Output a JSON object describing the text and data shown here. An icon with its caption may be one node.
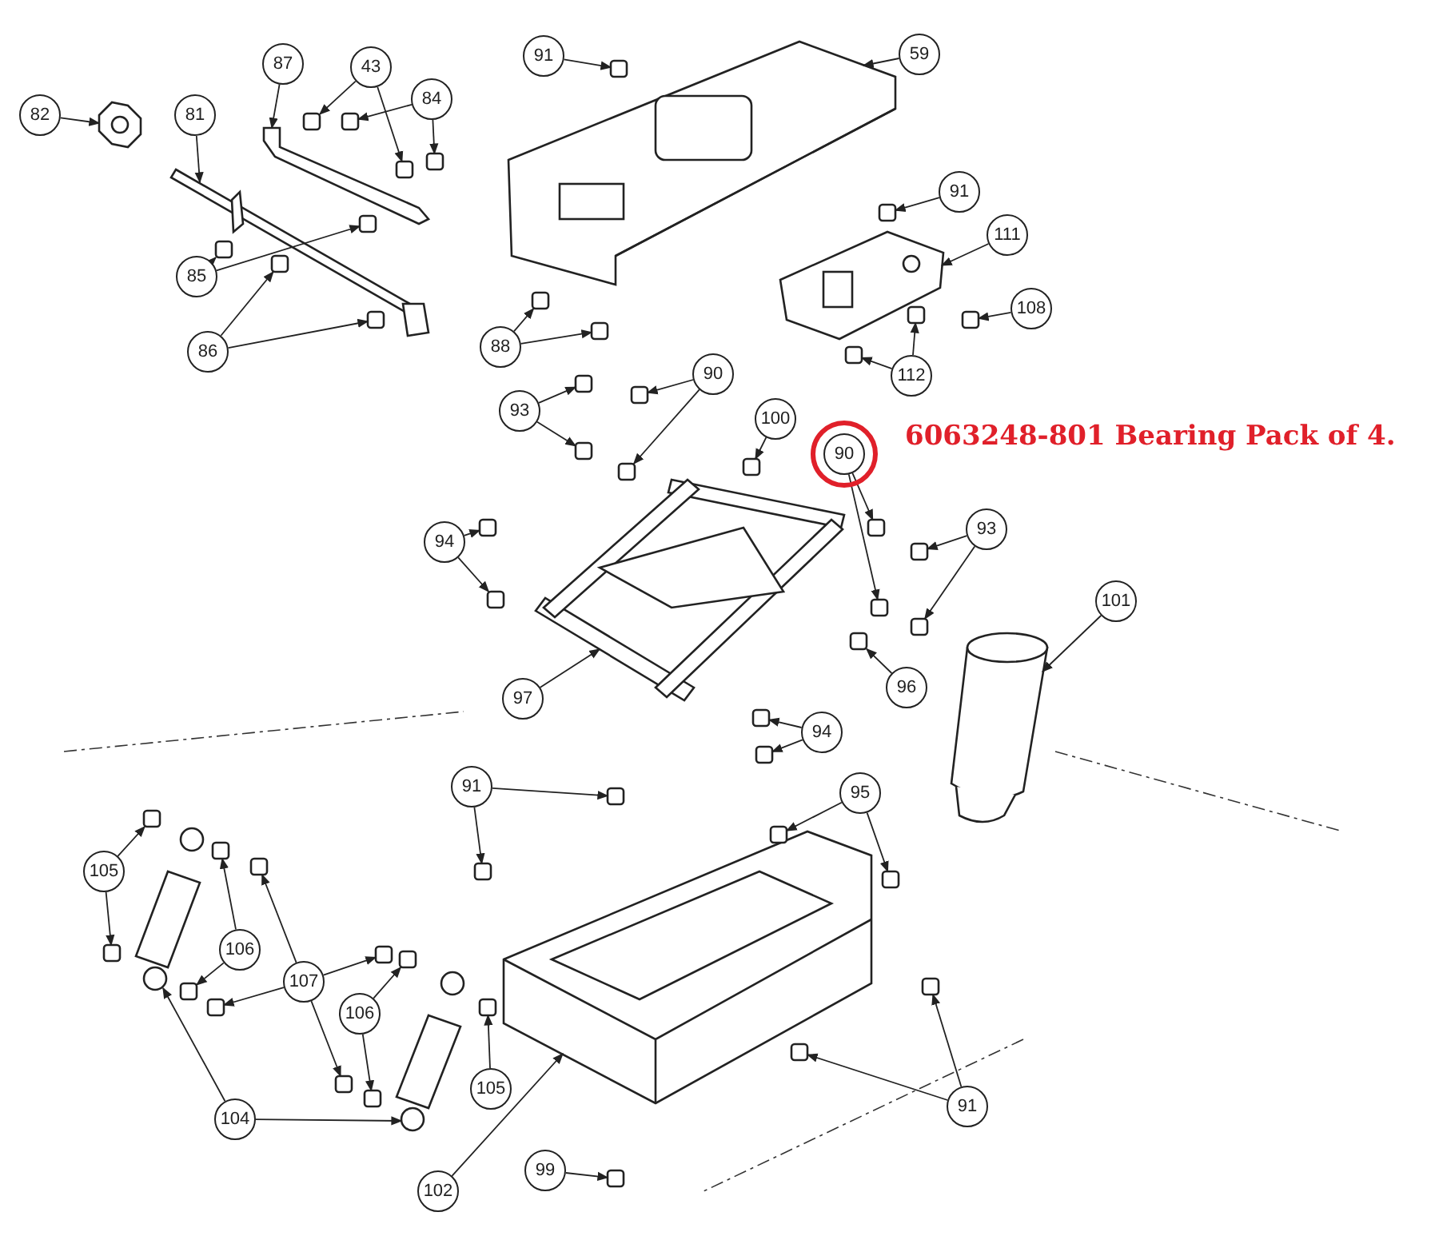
{
  "diagram": {
    "nodes": [
      {
        "text": [
          "82"
        ]
      },
      {
        "text": [
          "81"
        ]
      },
      {
        "text": [
          "87"
        ]
      },
      {
        "text": [
          "43"
        ]
      },
      {
        "text": [
          "84"
        ]
      },
      {
        "text": [
          "85"
        ]
      },
      {
        "text": [
          "86"
        ]
      },
      {
        "text": [
          "91"
        ]
      },
      {
        "text": [
          "59"
        ]
      },
      {
        "text": [
          "91"
        ]
      },
      {
        "text": [
          "111"
        ]
      },
      {
        "text": [
          "108"
        ]
      },
      {
        "text": [
          "88"
        ]
      },
      {
        "text": [
          "112"
        ]
      },
      {
        "text": [
          "93"
        ]
      },
      {
        "text": [
          "90"
        ]
      },
      {
        "text": [
          "100"
        ]
      },
      {
        "text": [
          "90"
        ]
      },
      {
        "text": [
          "93"
        ]
      },
      {
        "text": [
          "94"
        ]
      },
      {
        "text": [
          "96"
        ]
      },
      {
        "text": [
          "97"
        ]
      },
      {
        "text": [
          "94"
        ]
      },
      {
        "text": [
          "101"
        ]
      },
      {
        "text": [
          "91"
        ]
      },
      {
        "text": [
          "95"
        ]
      },
      {
        "text": [
          "105"
        ]
      },
      {
        "text": [
          "106"
        ]
      },
      {
        "text": [
          "107"
        ]
      },
      {
        "text": [
          "106"
        ]
      },
      {
        "text": [
          "105"
        ]
      },
      {
        "text": [
          "104"
        ]
      },
      {
        "text": [
          "102"
        ]
      },
      {
        "text": [
          "99"
        ]
      },
      {
        "text": [
          "91"
        ]
      },
      {
        "text": [],
        "shape": "picture"
      },
      {
        "text": [],
        "shape": "picture"
      },
      {
        "text": [],
        "shape": "picture"
      },
      {
        "text": [],
        "shape": "box"
      },
      {
        "text": [],
        "shape": "box"
      },
      {
        "text": [],
        "shape": "box"
      },
      {
        "text": [],
        "shape": "box"
      },
      {
        "text": [],
        "shape": "box"
      },
      {
        "text": [],
        "shape": "box"
      },
      {
        "text": [],
        "shape": "box"
      },
      {
        "text": [],
        "shape": "box"
      },
      {
        "text": [],
        "shape": "box"
      },
      {
        "text": [],
        "shape": "picture"
      },
      {
        "text": [],
        "shape": "box"
      },
      {
        "text": [],
        "shape": "picture"
      },
      {
        "text": [],
        "shape": "box"
      },
      {
        "text": [],
        "shape": "box"
      },
      {
        "text": [],
        "shape": "box"
      },
      {
        "text": [],
        "shape": "box"
      },
      {
        "text": [],
        "shape": "box"
      },
      {
        "text": [],
        "shape": "box"
      },
      {
        "text": [],
        "shape": "box"
      },
      {
        "text": [],
        "shape": "box"
      },
      {
        "text": [],
        "shape": "box"
      },
      {
        "text": [],
        "shape": "box"
      },
      {
        "text": [],
        "shape": "box"
      },
      {
        "text": [],
        "shape": "box"
      },
      {
        "text": [],
        "shape": "box"
      },
      {
        "text": [],
        "shape": "box"
      },
      {
        "text": [],
        "shape": "box"
      },
      {
        "text": [],
        "shape": "box"
      },
      {
        "text": [],
        "shape": "box"
      },
      {
        "text": [],
        "shape": "picture"
      },
      {
        "text": [],
        "shape": "box"
      },
      {
        "text": [],
        "shape": "box"
      },
      {
        "text": [],
        "shape": "picture"
      },
      {
        "text": [],
        "shape": "box"
      },
      {
        "text": [],
        "shape": "box"
      },
      {
        "text": [],
        "shape": "box"
      },
      {
        "text": [],
        "shape": "box"
      },
      {
        "text": [],
        "shape": "box"
      },
      {
        "text": [],
        "shape": "box"
      },
      {
        "text": [],
        "shape": "box"
      },
      {
        "text": [],
        "shape": "box"
      },
      {
        "text": [],
        "shape": "box"
      },
      {
        "text": [],
        "shape": "box"
      },
      {
        "text": [],
        "shape": "box"
      },
      {
        "text": [],
        "shape": "box"
      },
      {
        "text": [],
        "shape": "box"
      },
      {
        "text": [],
        "shape": "box"
      },
      {
        "text": [],
        "shape": "box"
      },
      {
        "text": [],
        "shape": "picture"
      },
      {
        "text": [],
        "shape": "picture"
      },
      {
        "text": [],
        "shape": "picture"
      },
      {
        "text": [],
        "shape": "box"
      },
      {
        "text": [],
        "shape": "box"
      },
      {
        "text": [],
        "shape": "box"
      }
    ],
    "edges": [
      {
        "from": 0,
        "to": 35,
        "arrow": "to"
      },
      {
        "from": 1,
        "to": 36,
        "arrow": "to"
      },
      {
        "from": 2,
        "to": 37,
        "arrow": "to"
      },
      {
        "from": 3,
        "to": 38,
        "arrow": "to"
      },
      {
        "from": 3,
        "to": 39,
        "arrow": "to"
      },
      {
        "from": 4,
        "to": 40,
        "arrow": "to"
      },
      {
        "from": 4,
        "to": 41,
        "arrow": "to"
      },
      {
        "from": 5,
        "to": 42,
        "arrow": "to"
      },
      {
        "from": 5,
        "to": 43,
        "arrow": "to"
      },
      {
        "from": 6,
        "to": 44,
        "arrow": "to"
      },
      {
        "from": 6,
        "to": 45,
        "arrow": "to"
      },
      {
        "from": 7,
        "to": 46,
        "arrow": "to"
      },
      {
        "from": 8,
        "to": 47,
        "arrow": "to"
      },
      {
        "from": 9,
        "to": 48,
        "arrow": "to"
      },
      {
        "from": 10,
        "to": 49,
        "arrow": "to"
      },
      {
        "from": 11,
        "to": 50,
        "arrow": "to"
      },
      {
        "from": 12,
        "to": 51,
        "arrow": "to"
      },
      {
        "from": 12,
        "to": 52,
        "arrow": "to"
      },
      {
        "from": 13,
        "to": 53,
        "arrow": "to"
      },
      {
        "from": 13,
        "to": 54,
        "arrow": "to"
      },
      {
        "from": 14,
        "to": 55,
        "arrow": "to"
      },
      {
        "from": 14,
        "to": 56,
        "arrow": "to"
      },
      {
        "from": 15,
        "to": 57,
        "arrow": "to"
      },
      {
        "from": 15,
        "to": 58,
        "arrow": "to"
      },
      {
        "from": 16,
        "to": 59,
        "arrow": "to"
      },
      {
        "from": 17,
        "to": 60,
        "arrow": "to"
      },
      {
        "from": 17,
        "to": 61,
        "arrow": "to"
      },
      {
        "from": 18,
        "to": 62,
        "arrow": "to"
      },
      {
        "from": 18,
        "to": 63,
        "arrow": "to"
      },
      {
        "from": 19,
        "to": 64,
        "arrow": "to"
      },
      {
        "from": 19,
        "to": 65,
        "arrow": "to"
      },
      {
        "from": 20,
        "to": 66,
        "arrow": "to"
      },
      {
        "from": 21,
        "to": 67,
        "arrow": "to"
      },
      {
        "from": 22,
        "to": 68,
        "arrow": "to"
      },
      {
        "from": 22,
        "to": 69,
        "arrow": "to"
      },
      {
        "from": 23,
        "to": 70,
        "arrow": "to"
      },
      {
        "from": 24,
        "to": 71,
        "arrow": "to"
      },
      {
        "from": 24,
        "to": 72,
        "arrow": "to"
      },
      {
        "from": 25,
        "to": 73,
        "arrow": "to"
      },
      {
        "from": 25,
        "to": 74,
        "arrow": "to"
      },
      {
        "from": 26,
        "to": 75,
        "arrow": "to"
      },
      {
        "from": 26,
        "to": 76,
        "arrow": "to"
      },
      {
        "from": 27,
        "to": 77,
        "arrow": "to"
      },
      {
        "from": 27,
        "to": 78,
        "arrow": "to"
      },
      {
        "from": 28,
        "to": 79,
        "arrow": "to"
      },
      {
        "from": 28,
        "to": 80,
        "arrow": "to"
      },
      {
        "from": 28,
        "to": 81,
        "arrow": "to"
      },
      {
        "from": 28,
        "to": 82,
        "arrow": "to"
      },
      {
        "from": 29,
        "to": 83,
        "arrow": "to"
      },
      {
        "from": 29,
        "to": 84,
        "arrow": "to"
      },
      {
        "from": 30,
        "to": 85,
        "arrow": "to"
      },
      {
        "from": 31,
        "to": 86,
        "arrow": "to"
      },
      {
        "from": 31,
        "to": 87,
        "arrow": "to"
      },
      {
        "from": 32,
        "to": 88,
        "arrow": "to"
      },
      {
        "from": 33,
        "to": 89,
        "arrow": "to"
      },
      {
        "from": 34,
        "to": 90,
        "arrow": "to"
      },
      {
        "from": 34,
        "to": 91,
        "arrow": "to"
      }
    ],
    "labels": [
      "6063248-801 Bearing Pack of 4."
    ]
  }
}
